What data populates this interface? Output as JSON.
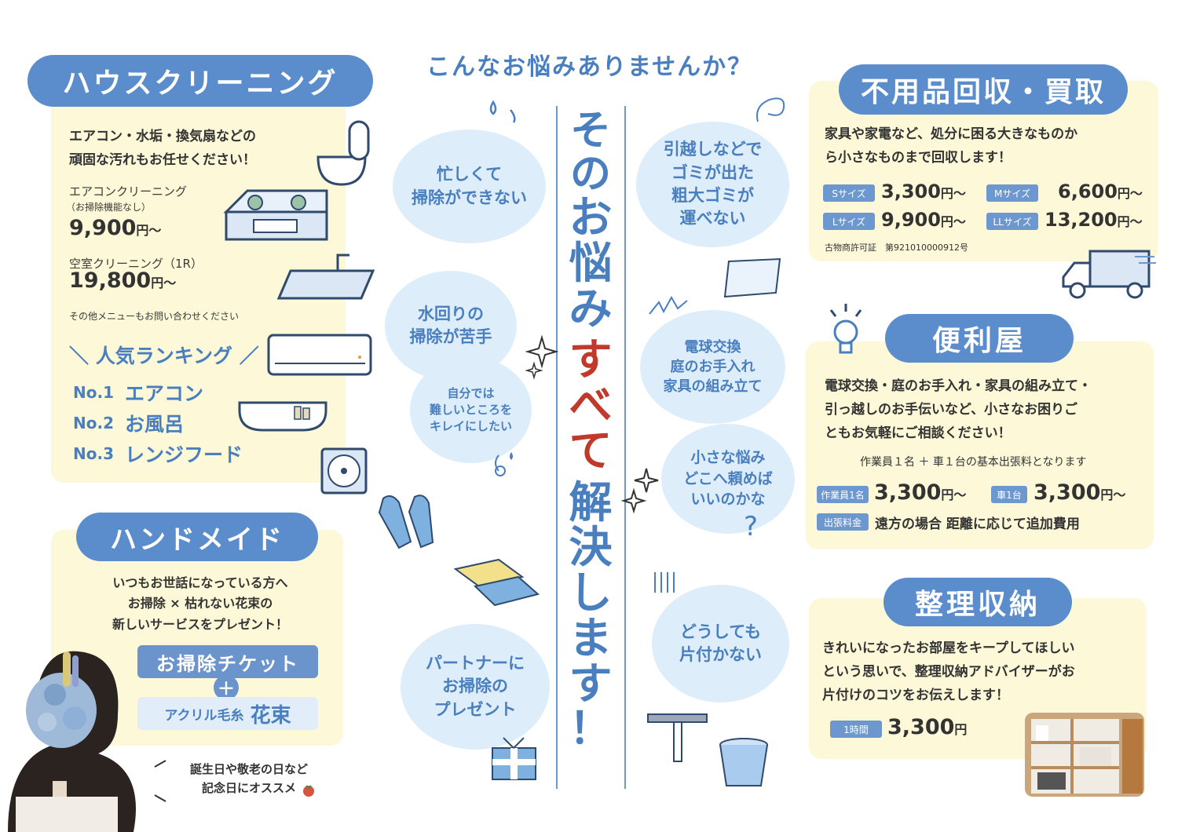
{
  "headline": {
    "question": "こんなお悩みありませんか？",
    "main": [
      "その",
      "お",
      "悩",
      "み"
    ],
    "highlight": [
      "す",
      "べ",
      "て"
    ],
    "rest": [
      "解",
      "決",
      "し",
      "ま",
      "す",
      "！"
    ]
  },
  "worries": [
    "忙しくて\n掃除ができない",
    "水回りの\n掃除が苦手",
    "自分では\n難しいところを\nキレイにしたい",
    "パートナーに\nお掃除の\nプレゼント",
    "引越しなどで\nゴミが出た\n粗大ゴミが\n運べない",
    "電球交換\n庭のお手入れ\n家具の組み立て",
    "小さな悩み\nどこへ頼めば\nいいのかな",
    "どうしても\n片付かない"
  ],
  "house_cleaning": {
    "title": "ハウスクリーニング",
    "intro": "エアコン・水垢・換気扇などの\n頑固な汚れもお任せください！",
    "item1_label": "エアコンクリーニング",
    "item1_note": "（お掃除機能なし）",
    "item1_price": "9,900",
    "item2_label": "空室クリーニング（1R）",
    "item2_price": "19,800",
    "yen": "円〜",
    "other": "その他メニューもお問い合わせください",
    "ranking_title": "人気ランキング",
    "ranking": [
      {
        "rank": "No.1",
        "name": "エアコン"
      },
      {
        "rank": "No.2",
        "name": "お風呂"
      },
      {
        "rank": "No.3",
        "name": "レンジフード"
      }
    ]
  },
  "handmade": {
    "title": "ハンドメイド",
    "intro": "いつもお世話になっている方へ\nお掃除 × 枯れない花束の\n新しいサービスをプレゼント！",
    "ticket": "お掃除チケット",
    "plus": "＋",
    "bouquet_pre": "アクリル毛糸",
    "bouquet": "花束",
    "recommend": "誕生日や敬老の日など\n記念日にオススメ"
  },
  "junk": {
    "title": "不用品回収・買取",
    "intro": "家具や家電など、処分に困る大きなものか\nら小さなものまで回収します！",
    "sizes": [
      {
        "tag": "Sサイズ",
        "price": "3,300"
      },
      {
        "tag": "Mサイズ",
        "price": "6,600"
      },
      {
        "tag": "Lサイズ",
        "price": "9,900"
      },
      {
        "tag": "LLサイズ",
        "price": "13,200"
      }
    ],
    "yen": "円〜",
    "license": "古物商許可証　第921010000912号"
  },
  "handyman": {
    "title": "便利屋",
    "intro": "電球交換・庭のお手入れ・家具の組み立て・\n引っ越しのお手伝いなど、小さなお困りご\nともお気軽にご相談ください！",
    "note": "作業員１名 ＋ 車１台の基本出張料となります",
    "worker_tag": "作業員1名",
    "worker_price": "3,300",
    "car_tag": "車1台",
    "car_price": "3,300",
    "yen": "円〜",
    "fee_tag": "出張料金",
    "fee_text": "遠方の場合 距離に応じて追加費用"
  },
  "organize": {
    "title": "整理収納",
    "intro": "きれいになったお部屋をキープしてほしい\nという思いで、整理収納アドバイザーがお\n片付けのコツをお伝えします！",
    "tag": "1時間",
    "price": "3,300",
    "yen": "円"
  },
  "colors": {
    "accent": "#5b8ccb",
    "panel": "#fdf8d8",
    "bubble": "#deedfa",
    "red": "#c0392b"
  }
}
